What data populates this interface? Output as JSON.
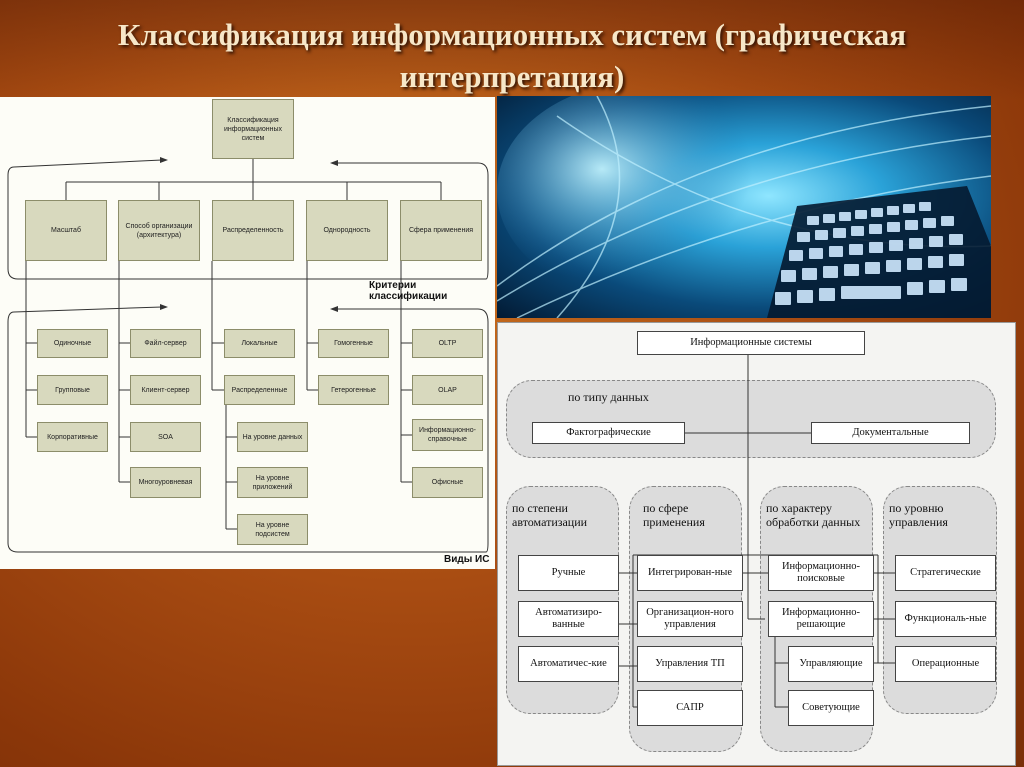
{
  "slide": {
    "title": "Классификация информационных систем (графическая интерпретация)"
  },
  "left_diagram": {
    "root": "Классификация информационных систем",
    "criteria": [
      "Масштаб",
      "Способ организации (архитектура)",
      "Распределенность",
      "Однородность",
      "Сфера применения"
    ],
    "criteria_label": "Критерии классификации",
    "types_label": "Виды ИС",
    "col_scale": [
      "Одиночные",
      "Групповые",
      "Корпоративные"
    ],
    "col_arch": [
      "Файл-сервер",
      "Клиент-сервер",
      "SOA",
      "Многоуровневая"
    ],
    "col_distr": [
      "Локальные",
      "Распределенные"
    ],
    "col_distr_sub": [
      "На уровне данных",
      "На уровне приложений",
      "На уровне подсистем"
    ],
    "col_homog": [
      "Гомогенные",
      "Гетерогенные"
    ],
    "col_sphere": [
      "OLTP",
      "OLAP",
      "Информационно-справочные",
      "Офисные"
    ]
  },
  "right_diagram": {
    "root": "Информационные системы",
    "by_data": {
      "label": "по типу данных",
      "items": [
        "Фактографические",
        "Документальные"
      ]
    },
    "groups": [
      {
        "label": "по степени автоматизации",
        "items": [
          "Ручные",
          "Автоматизиро-ванные",
          "Автоматичес-кие"
        ]
      },
      {
        "label": "по сфере применения",
        "items": [
          "Интегрирован-ные",
          "Организацион-ного управления",
          "Управления ТП",
          "САПР"
        ]
      },
      {
        "label": "по характеру обработки данных",
        "items": [
          "Информационно-поисковые",
          "Информационно-решающие",
          "Управляющие",
          "Советующие"
        ]
      },
      {
        "label": "по уровню управления",
        "items": [
          "Стратегические",
          "Функциональ-ные",
          "Операционные"
        ]
      }
    ]
  },
  "photo": {
    "icon": "keyboard-globe-image"
  }
}
